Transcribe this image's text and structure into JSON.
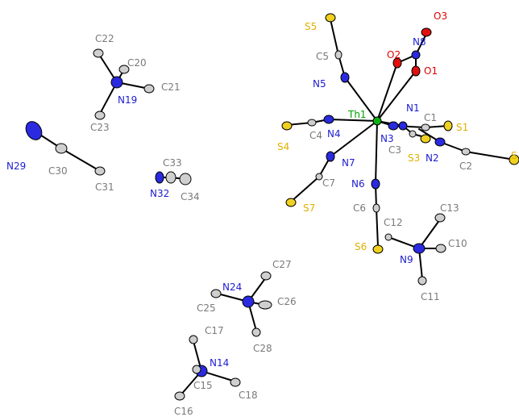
{
  "colors": {
    "carbon": "#cfcfcf",
    "nitrogen": "#2a2ae0",
    "oxygen": "#e01010",
    "sulfur": "#f0d020",
    "thorium": "#10b010",
    "bond": "#000000"
  },
  "labels": {
    "Th1": "Th1",
    "O1": "O1",
    "O2": "O2",
    "O3": "O3",
    "N8": "N8",
    "N1": "N1",
    "C1": "C1",
    "S1": "S1",
    "N2": "N2",
    "C2": "C2",
    "S2": "S",
    "N3": "N3",
    "C3": "C3",
    "S3": "S3",
    "N4": "N4",
    "C4": "C4",
    "S4": "S4",
    "N5": "N5",
    "C5": "C5",
    "S5": "S5",
    "N6": "N6",
    "C6": "C6",
    "S6": "S6",
    "N7": "N7",
    "C7": "C7",
    "S7": "S7",
    "N9": "N9",
    "C10": "C10",
    "C11": "C11",
    "C12": "C12",
    "C13": "C13",
    "N19": "N19",
    "C20": "C20",
    "C21": "C21",
    "C22": "C22",
    "C23": "C23",
    "N24": "N24",
    "C25": "C25",
    "C26": "C26",
    "C27": "C27",
    "C28": "C28",
    "N14": "N14",
    "C15": "C15",
    "C16": "C16",
    "C17": "C17",
    "C18": "C18",
    "N29": "N29",
    "C30": "C30",
    "C31": "C31",
    "N32": "N32",
    "C33": "C33",
    "C34": "C34"
  }
}
